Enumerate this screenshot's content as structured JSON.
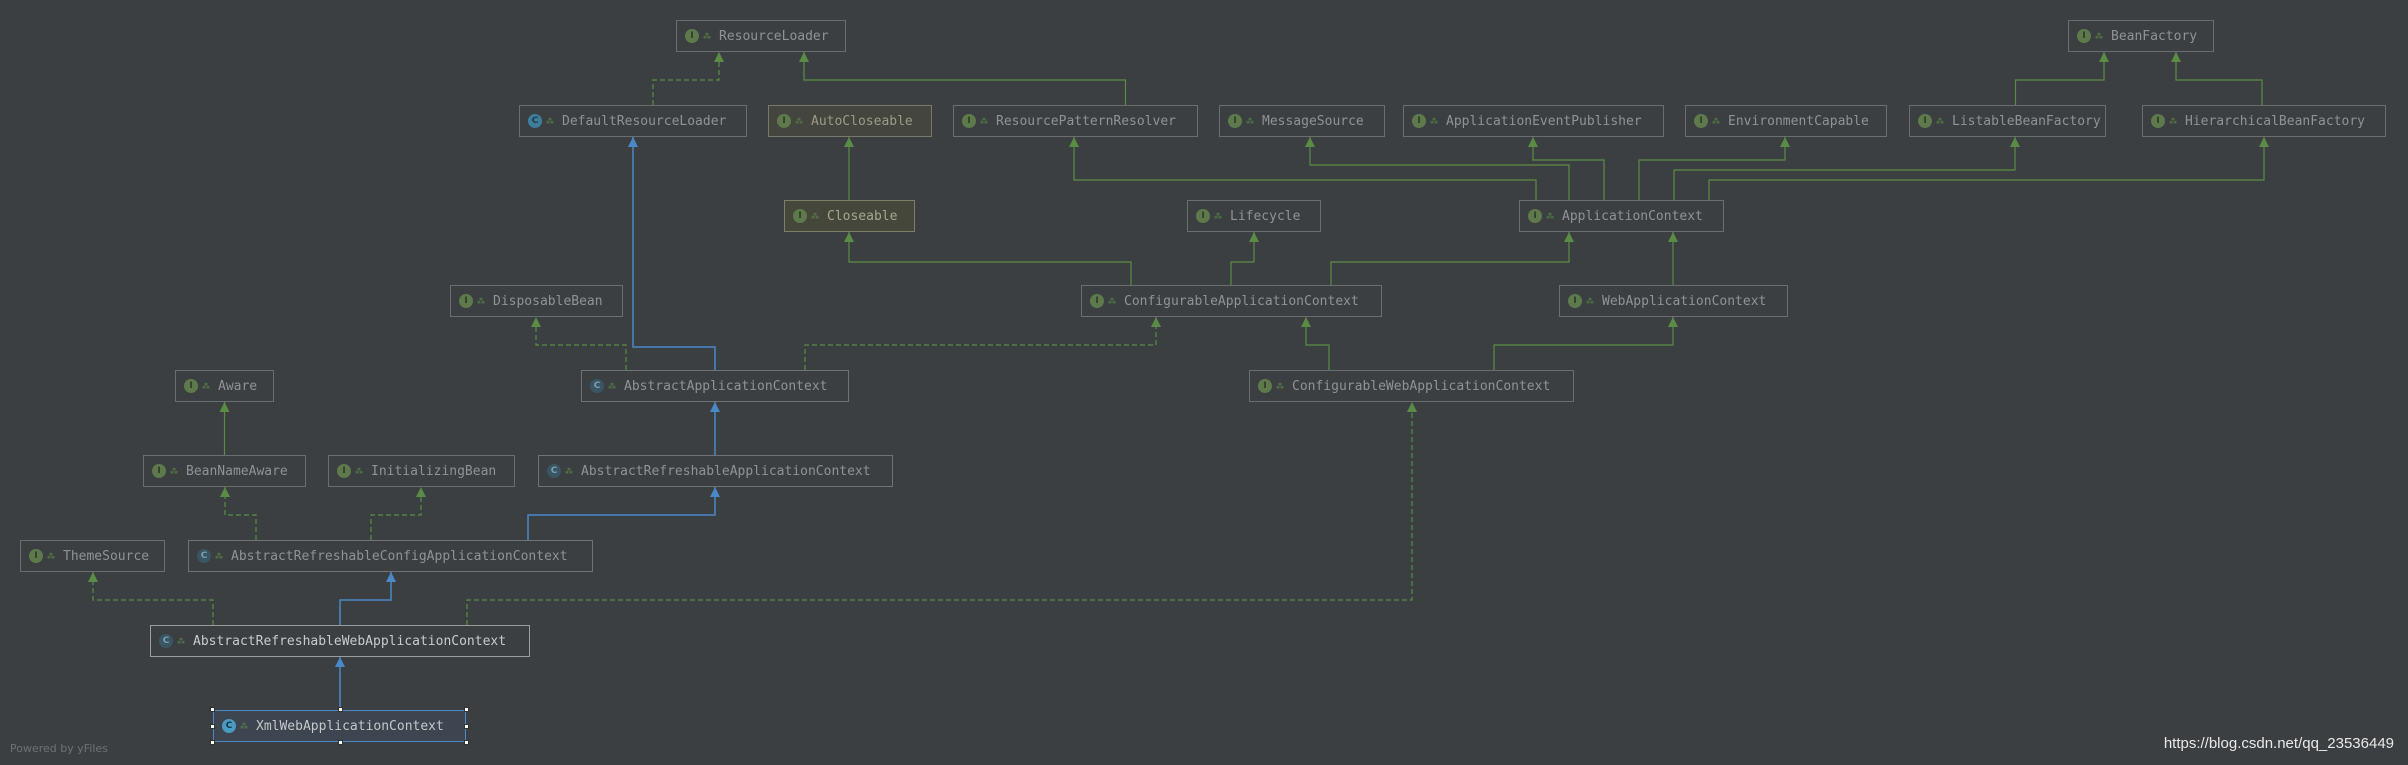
{
  "nodes": [
    {
      "id": "ResourceLoader",
      "label": "ResourceLoader",
      "kind": "interface"
    },
    {
      "id": "BeanFactory",
      "label": "BeanFactory",
      "kind": "interface"
    },
    {
      "id": "DefaultResourceLoader",
      "label": "DefaultResourceLoader",
      "kind": "class"
    },
    {
      "id": "AutoCloseable",
      "label": "AutoCloseable",
      "kind": "interface"
    },
    {
      "id": "ResourcePatternResolver",
      "label": "ResourcePatternResolver",
      "kind": "interface"
    },
    {
      "id": "MessageSource",
      "label": "MessageSource",
      "kind": "interface"
    },
    {
      "id": "ApplicationEventPublisher",
      "label": "ApplicationEventPublisher",
      "kind": "interface"
    },
    {
      "id": "EnvironmentCapable",
      "label": "EnvironmentCapable",
      "kind": "interface"
    },
    {
      "id": "ListableBeanFactory",
      "label": "ListableBeanFactory",
      "kind": "interface"
    },
    {
      "id": "HierarchicalBeanFactory",
      "label": "HierarchicalBeanFactory",
      "kind": "interface"
    },
    {
      "id": "Closeable",
      "label": "Closeable",
      "kind": "interface"
    },
    {
      "id": "Lifecycle",
      "label": "Lifecycle",
      "kind": "interface"
    },
    {
      "id": "ApplicationContext",
      "label": "ApplicationContext",
      "kind": "interface"
    },
    {
      "id": "DisposableBean",
      "label": "DisposableBean",
      "kind": "interface"
    },
    {
      "id": "ConfigurableApplicationContext",
      "label": "ConfigurableApplicationContext",
      "kind": "interface"
    },
    {
      "id": "WebApplicationContext",
      "label": "WebApplicationContext",
      "kind": "interface"
    },
    {
      "id": "Aware",
      "label": "Aware",
      "kind": "interface"
    },
    {
      "id": "AbstractApplicationContext",
      "label": "AbstractApplicationContext",
      "kind": "abstract"
    },
    {
      "id": "ConfigurableWebApplicationContext",
      "label": "ConfigurableWebApplicationContext",
      "kind": "interface"
    },
    {
      "id": "BeanNameAware",
      "label": "BeanNameAware",
      "kind": "interface"
    },
    {
      "id": "InitializingBean",
      "label": "InitializingBean",
      "kind": "interface"
    },
    {
      "id": "AbstractRefreshableApplicationContext",
      "label": "AbstractRefreshableApplicationContext",
      "kind": "abstract"
    },
    {
      "id": "ThemeSource",
      "label": "ThemeSource",
      "kind": "interface"
    },
    {
      "id": "AbstractRefreshableConfigApplicationContext",
      "label": "AbstractRefreshableConfigApplicationContext",
      "kind": "abstract"
    },
    {
      "id": "AbstractRefreshableWebApplicationContext",
      "label": "AbstractRefreshableWebApplicationContext",
      "kind": "abstract"
    },
    {
      "id": "XmlWebApplicationContext",
      "label": "XmlWebApplicationContext",
      "kind": "class"
    }
  ],
  "edges": [
    {
      "from": "DefaultResourceLoader",
      "to": "ResourceLoader",
      "type": "implements"
    },
    {
      "from": "ResourcePatternResolver",
      "to": "ResourceLoader",
      "type": "extends"
    },
    {
      "from": "ListableBeanFactory",
      "to": "BeanFactory",
      "type": "extends"
    },
    {
      "from": "HierarchicalBeanFactory",
      "to": "BeanFactory",
      "type": "extends"
    },
    {
      "from": "Closeable",
      "to": "AutoCloseable",
      "type": "extends"
    },
    {
      "from": "ApplicationContext",
      "to": "ResourcePatternResolver",
      "type": "extends"
    },
    {
      "from": "ApplicationContext",
      "to": "MessageSource",
      "type": "extends"
    },
    {
      "from": "ApplicationContext",
      "to": "ApplicationEventPublisher",
      "type": "extends"
    },
    {
      "from": "ApplicationContext",
      "to": "EnvironmentCapable",
      "type": "extends"
    },
    {
      "from": "ApplicationContext",
      "to": "ListableBeanFactory",
      "type": "extends"
    },
    {
      "from": "ApplicationContext",
      "to": "HierarchicalBeanFactory",
      "type": "extends"
    },
    {
      "from": "ConfigurableApplicationContext",
      "to": "Closeable",
      "type": "extends"
    },
    {
      "from": "ConfigurableApplicationContext",
      "to": "Lifecycle",
      "type": "extends"
    },
    {
      "from": "ConfigurableApplicationContext",
      "to": "ApplicationContext",
      "type": "extends"
    },
    {
      "from": "WebApplicationContext",
      "to": "ApplicationContext",
      "type": "extends"
    },
    {
      "from": "AbstractApplicationContext",
      "to": "DefaultResourceLoader",
      "type": "class-extends"
    },
    {
      "from": "AbstractApplicationContext",
      "to": "DisposableBean",
      "type": "implements"
    },
    {
      "from": "AbstractApplicationContext",
      "to": "ConfigurableApplicationContext",
      "type": "implements"
    },
    {
      "from": "ConfigurableWebApplicationContext",
      "to": "ConfigurableApplicationContext",
      "type": "extends"
    },
    {
      "from": "ConfigurableWebApplicationContext",
      "to": "WebApplicationContext",
      "type": "extends"
    },
    {
      "from": "BeanNameAware",
      "to": "Aware",
      "type": "extends"
    },
    {
      "from": "AbstractRefreshableApplicationContext",
      "to": "AbstractApplicationContext",
      "type": "class-extends"
    },
    {
      "from": "AbstractRefreshableConfigApplicationContext",
      "to": "BeanNameAware",
      "type": "implements"
    },
    {
      "from": "AbstractRefreshableConfigApplicationContext",
      "to": "InitializingBean",
      "type": "implements"
    },
    {
      "from": "AbstractRefreshableConfigApplicationContext",
      "to": "AbstractRefreshableApplicationContext",
      "type": "class-extends"
    },
    {
      "from": "AbstractRefreshableWebApplicationContext",
      "to": "ThemeSource",
      "type": "implements"
    },
    {
      "from": "AbstractRefreshableWebApplicationContext",
      "to": "AbstractRefreshableConfigApplicationContext",
      "type": "class-extends"
    },
    {
      "from": "AbstractRefreshableWebApplicationContext",
      "to": "ConfigurableWebApplicationContext",
      "type": "implements"
    },
    {
      "from": "XmlWebApplicationContext",
      "to": "AbstractRefreshableWebApplicationContext",
      "type": "class-extends"
    }
  ],
  "footer": {
    "powered_by": "Powered by yFiles",
    "watermark": "https://blog.csdn.net/qq_23536449"
  },
  "colors": {
    "background": "#3c3f41",
    "interface_edge": "#5b8c45",
    "class_edge": "#4a88c7",
    "node_border": "#6b6e70"
  }
}
